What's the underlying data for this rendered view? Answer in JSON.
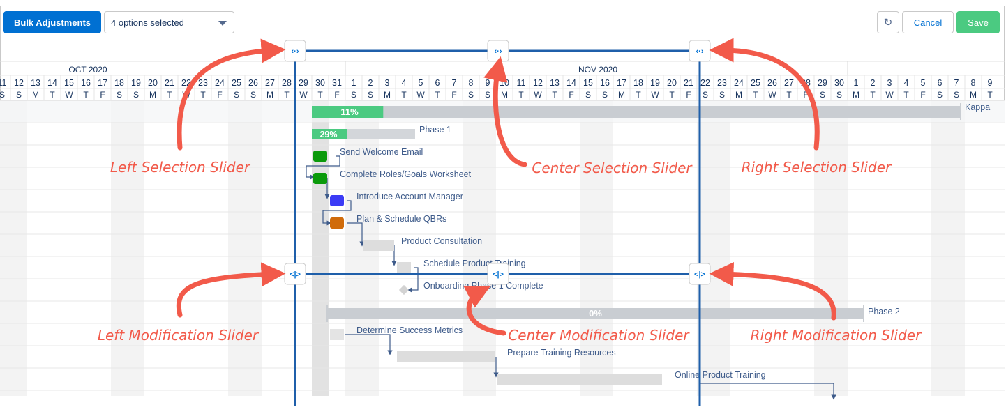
{
  "toolbar": {
    "bulk_label": "Bulk Adjustments",
    "options_value": "4 options selected",
    "refresh_icon": "refresh-icon",
    "refresh_glyph": "↻",
    "cancel_label": "Cancel",
    "save_label": "Save"
  },
  "timeline": {
    "months": [
      {
        "label": "OCT 2020"
      },
      {
        "label": "NOV 2020"
      }
    ],
    "days": [
      "11",
      "12",
      "13",
      "14",
      "15",
      "16",
      "17",
      "18",
      "19",
      "20",
      "21",
      "22",
      "23",
      "24",
      "25",
      "26",
      "27",
      "28",
      "29",
      "30",
      "31",
      "1",
      "2",
      "3",
      "4",
      "5",
      "6",
      "7",
      "8",
      "9",
      "10",
      "11",
      "12",
      "13",
      "14",
      "15",
      "16",
      "17",
      "18",
      "19",
      "20",
      "21",
      "22",
      "23",
      "24",
      "25",
      "26",
      "27",
      "28",
      "29",
      "30",
      "1",
      "2",
      "3",
      "4",
      "5",
      "6",
      "7",
      "8",
      "9"
    ],
    "weekdays": [
      "S",
      "S",
      "M",
      "T",
      "W",
      "T",
      "F",
      "S",
      "S",
      "M",
      "T",
      "W",
      "T",
      "F",
      "S",
      "S",
      "M",
      "T",
      "W",
      "T",
      "F",
      "S",
      "S",
      "M",
      "T",
      "W",
      "T",
      "F",
      "S",
      "S",
      "M",
      "T",
      "W",
      "T",
      "F",
      "S",
      "S",
      "M",
      "T",
      "W",
      "T",
      "F",
      "S",
      "S",
      "M",
      "T",
      "W",
      "T",
      "F",
      "S",
      "S",
      "M",
      "T",
      "W",
      "T",
      "F",
      "S",
      "S",
      "M",
      "T"
    ]
  },
  "tasks": [
    {
      "name": "Kappa",
      "progress_label": "11%",
      "progress": 0.11,
      "color": "#4bca81"
    },
    {
      "name": "Phase 1",
      "progress_label": "29%",
      "progress": 0.29,
      "color": "#4bca81"
    },
    {
      "name": "Send Welcome Email",
      "color": "#0b9a0b"
    },
    {
      "name": "Complete Roles/Goals Worksheet",
      "color": "#0b9a0b"
    },
    {
      "name": "Introduce Account Manager",
      "color": "#3b3bf5"
    },
    {
      "name": "Plan & Schedule QBRs",
      "color": "#d06b0a"
    },
    {
      "name": "Product Consultation",
      "color": "#dddddd"
    },
    {
      "name": "Schedule Product Training",
      "color": "#dddddd"
    },
    {
      "name": "Onboarding Phase 1 Complete",
      "color": "#dddddd"
    },
    {
      "name": "Phase 2",
      "progress_label": "0%",
      "progress": 0,
      "color": "#c9cdd2"
    },
    {
      "name": "Determine Success Metrics",
      "color": "#e4e4e4"
    },
    {
      "name": "Prepare Training Resources",
      "color": "#dddddd"
    },
    {
      "name": "Online Product Training",
      "color": "#dddddd"
    }
  ],
  "sliders": {
    "selection_glyph": "‹·›",
    "modification_glyph": "<|>"
  },
  "callouts": {
    "left_selection": "Left Selection Slider",
    "center_selection": "Center Selection Slider",
    "right_selection": "Right Selection Slider",
    "left_modification": "Left Modification Slider",
    "center_modification": "Center Modification Slider",
    "right_modification": "Right Modification Slider"
  },
  "colors": {
    "brand": "#0070d2",
    "save": "#4bca81",
    "slider_line": "#1f5faa",
    "callout": "#f25a4a",
    "task_label": "#3e5b8a"
  }
}
